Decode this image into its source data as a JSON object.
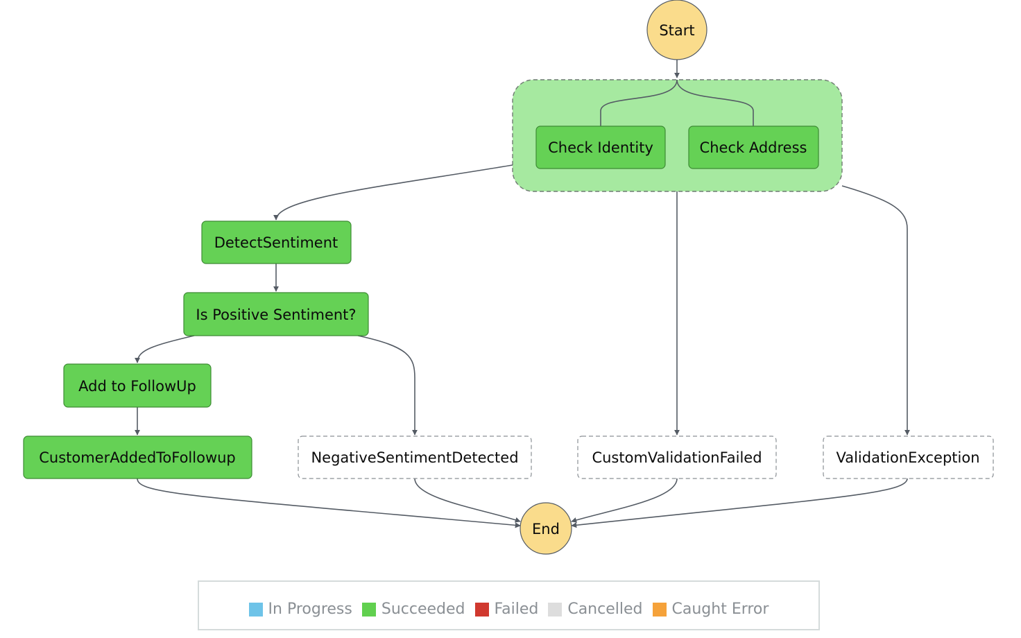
{
  "diagram": {
    "nodes": {
      "start": {
        "label": "Start",
        "status": "terminal"
      },
      "check_identity": {
        "label": "Check Identity",
        "status": "succeeded"
      },
      "check_address": {
        "label": "Check Address",
        "status": "succeeded"
      },
      "detect_sentiment": {
        "label": "DetectSentiment",
        "status": "succeeded"
      },
      "is_positive": {
        "label": "Is Positive Sentiment?",
        "status": "succeeded"
      },
      "add_followup": {
        "label": "Add to FollowUp",
        "status": "succeeded"
      },
      "customer_added": {
        "label": "CustomerAddedToFollowup",
        "status": "succeeded"
      },
      "negative_detected": {
        "label": "NegativeSentimentDetected",
        "status": "not-run"
      },
      "custom_validation_failed": {
        "label": "CustomValidationFailed",
        "status": "not-run"
      },
      "validation_exception": {
        "label": "ValidationException",
        "status": "not-run"
      },
      "end": {
        "label": "End",
        "status": "terminal"
      }
    },
    "parallel_group": {
      "status": "succeeded"
    }
  },
  "legend": [
    {
      "label": "In Progress",
      "color": "#6ec3e8"
    },
    {
      "label": "Succeeded",
      "color": "#61d04f"
    },
    {
      "label": "Failed",
      "color": "#d0392f"
    },
    {
      "label": "Cancelled",
      "color": "#dddddd"
    },
    {
      "label": "Caught Error",
      "color": "#f5a23a"
    }
  ],
  "colors": {
    "succeeded_fill": "#65d155",
    "succeeded_stroke": "#3d8b34",
    "parallel_fill": "#a6e9a0",
    "terminal_fill": "#fadc8c",
    "edge": "#545b64",
    "not_run_stroke": "#8a8f94"
  }
}
